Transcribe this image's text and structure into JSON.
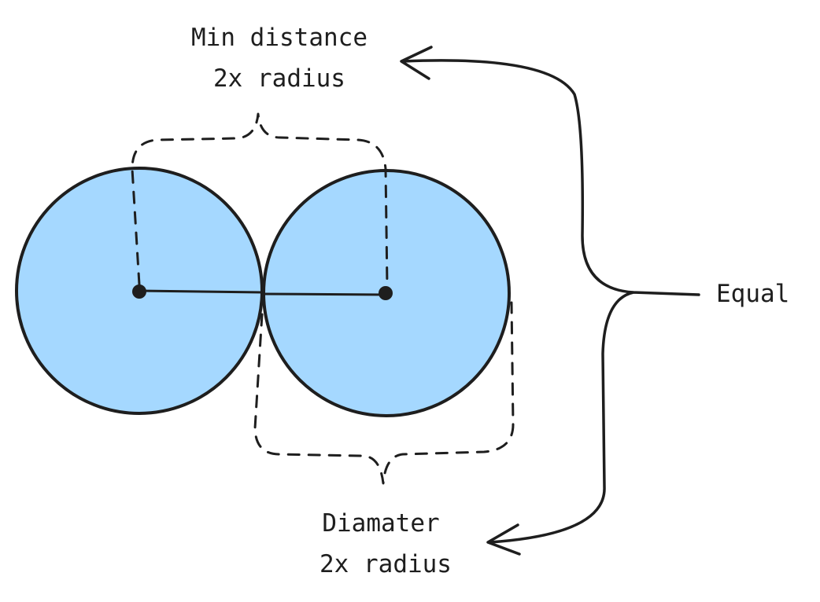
{
  "labels": {
    "top_line1": "Min distance",
    "top_line2": "2x radius",
    "bottom_line1": "Diamater",
    "bottom_line2": "2x radius",
    "right": "Equal"
  },
  "colors": {
    "circle_fill": "#a5d8ff",
    "stroke": "#1e1e1e"
  }
}
